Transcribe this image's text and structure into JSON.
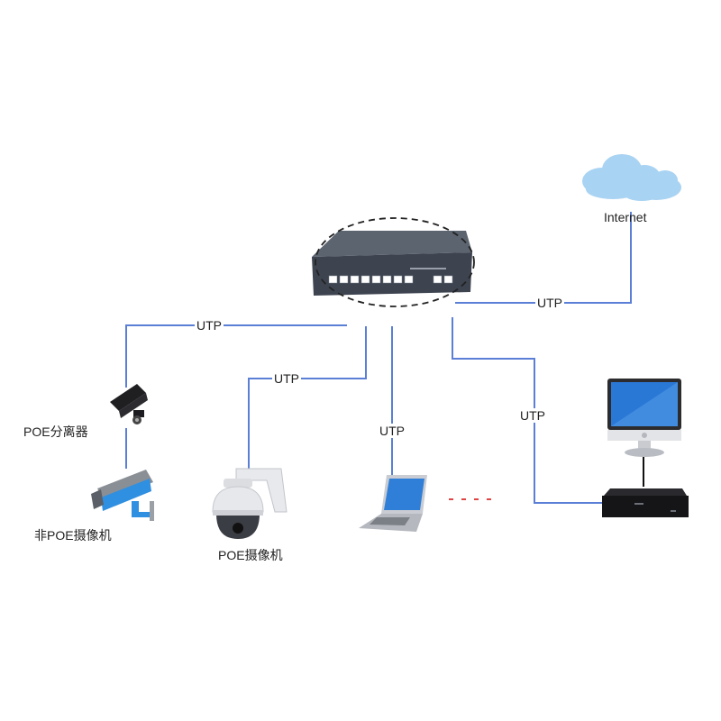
{
  "diagram": {
    "nodes": {
      "internet": {
        "label": "Internet",
        "icon": "cloud-icon"
      },
      "switch": {
        "label": "",
        "icon": "poe-switch-icon"
      },
      "splitter": {
        "label": "POE分离器",
        "icon": "poe-splitter-icon"
      },
      "non_poe_camera": {
        "label": "非POE摄像机",
        "icon": "bullet-camera-icon"
      },
      "poe_camera": {
        "label": "POE摄像机",
        "icon": "dome-camera-icon"
      },
      "laptop": {
        "label": "",
        "icon": "laptop-icon"
      },
      "monitor": {
        "label": "",
        "icon": "monitor-icon"
      },
      "nvr": {
        "label": "",
        "icon": "nvr-icon"
      }
    },
    "links": [
      {
        "id": "switch-internet",
        "label": "UTP"
      },
      {
        "id": "switch-splitter",
        "label": "UTP"
      },
      {
        "id": "switch-poe-camera",
        "label": "UTP"
      },
      {
        "id": "switch-laptop",
        "label": "UTP"
      },
      {
        "id": "switch-nvr",
        "label": "UTP"
      }
    ],
    "colors": {
      "link": "#5b7fd6",
      "switch_body": "#3d4450",
      "cloud": "#a9d3f2",
      "camera_accent": "#2f8fe0",
      "dotted_continuation": "#e04545"
    }
  }
}
